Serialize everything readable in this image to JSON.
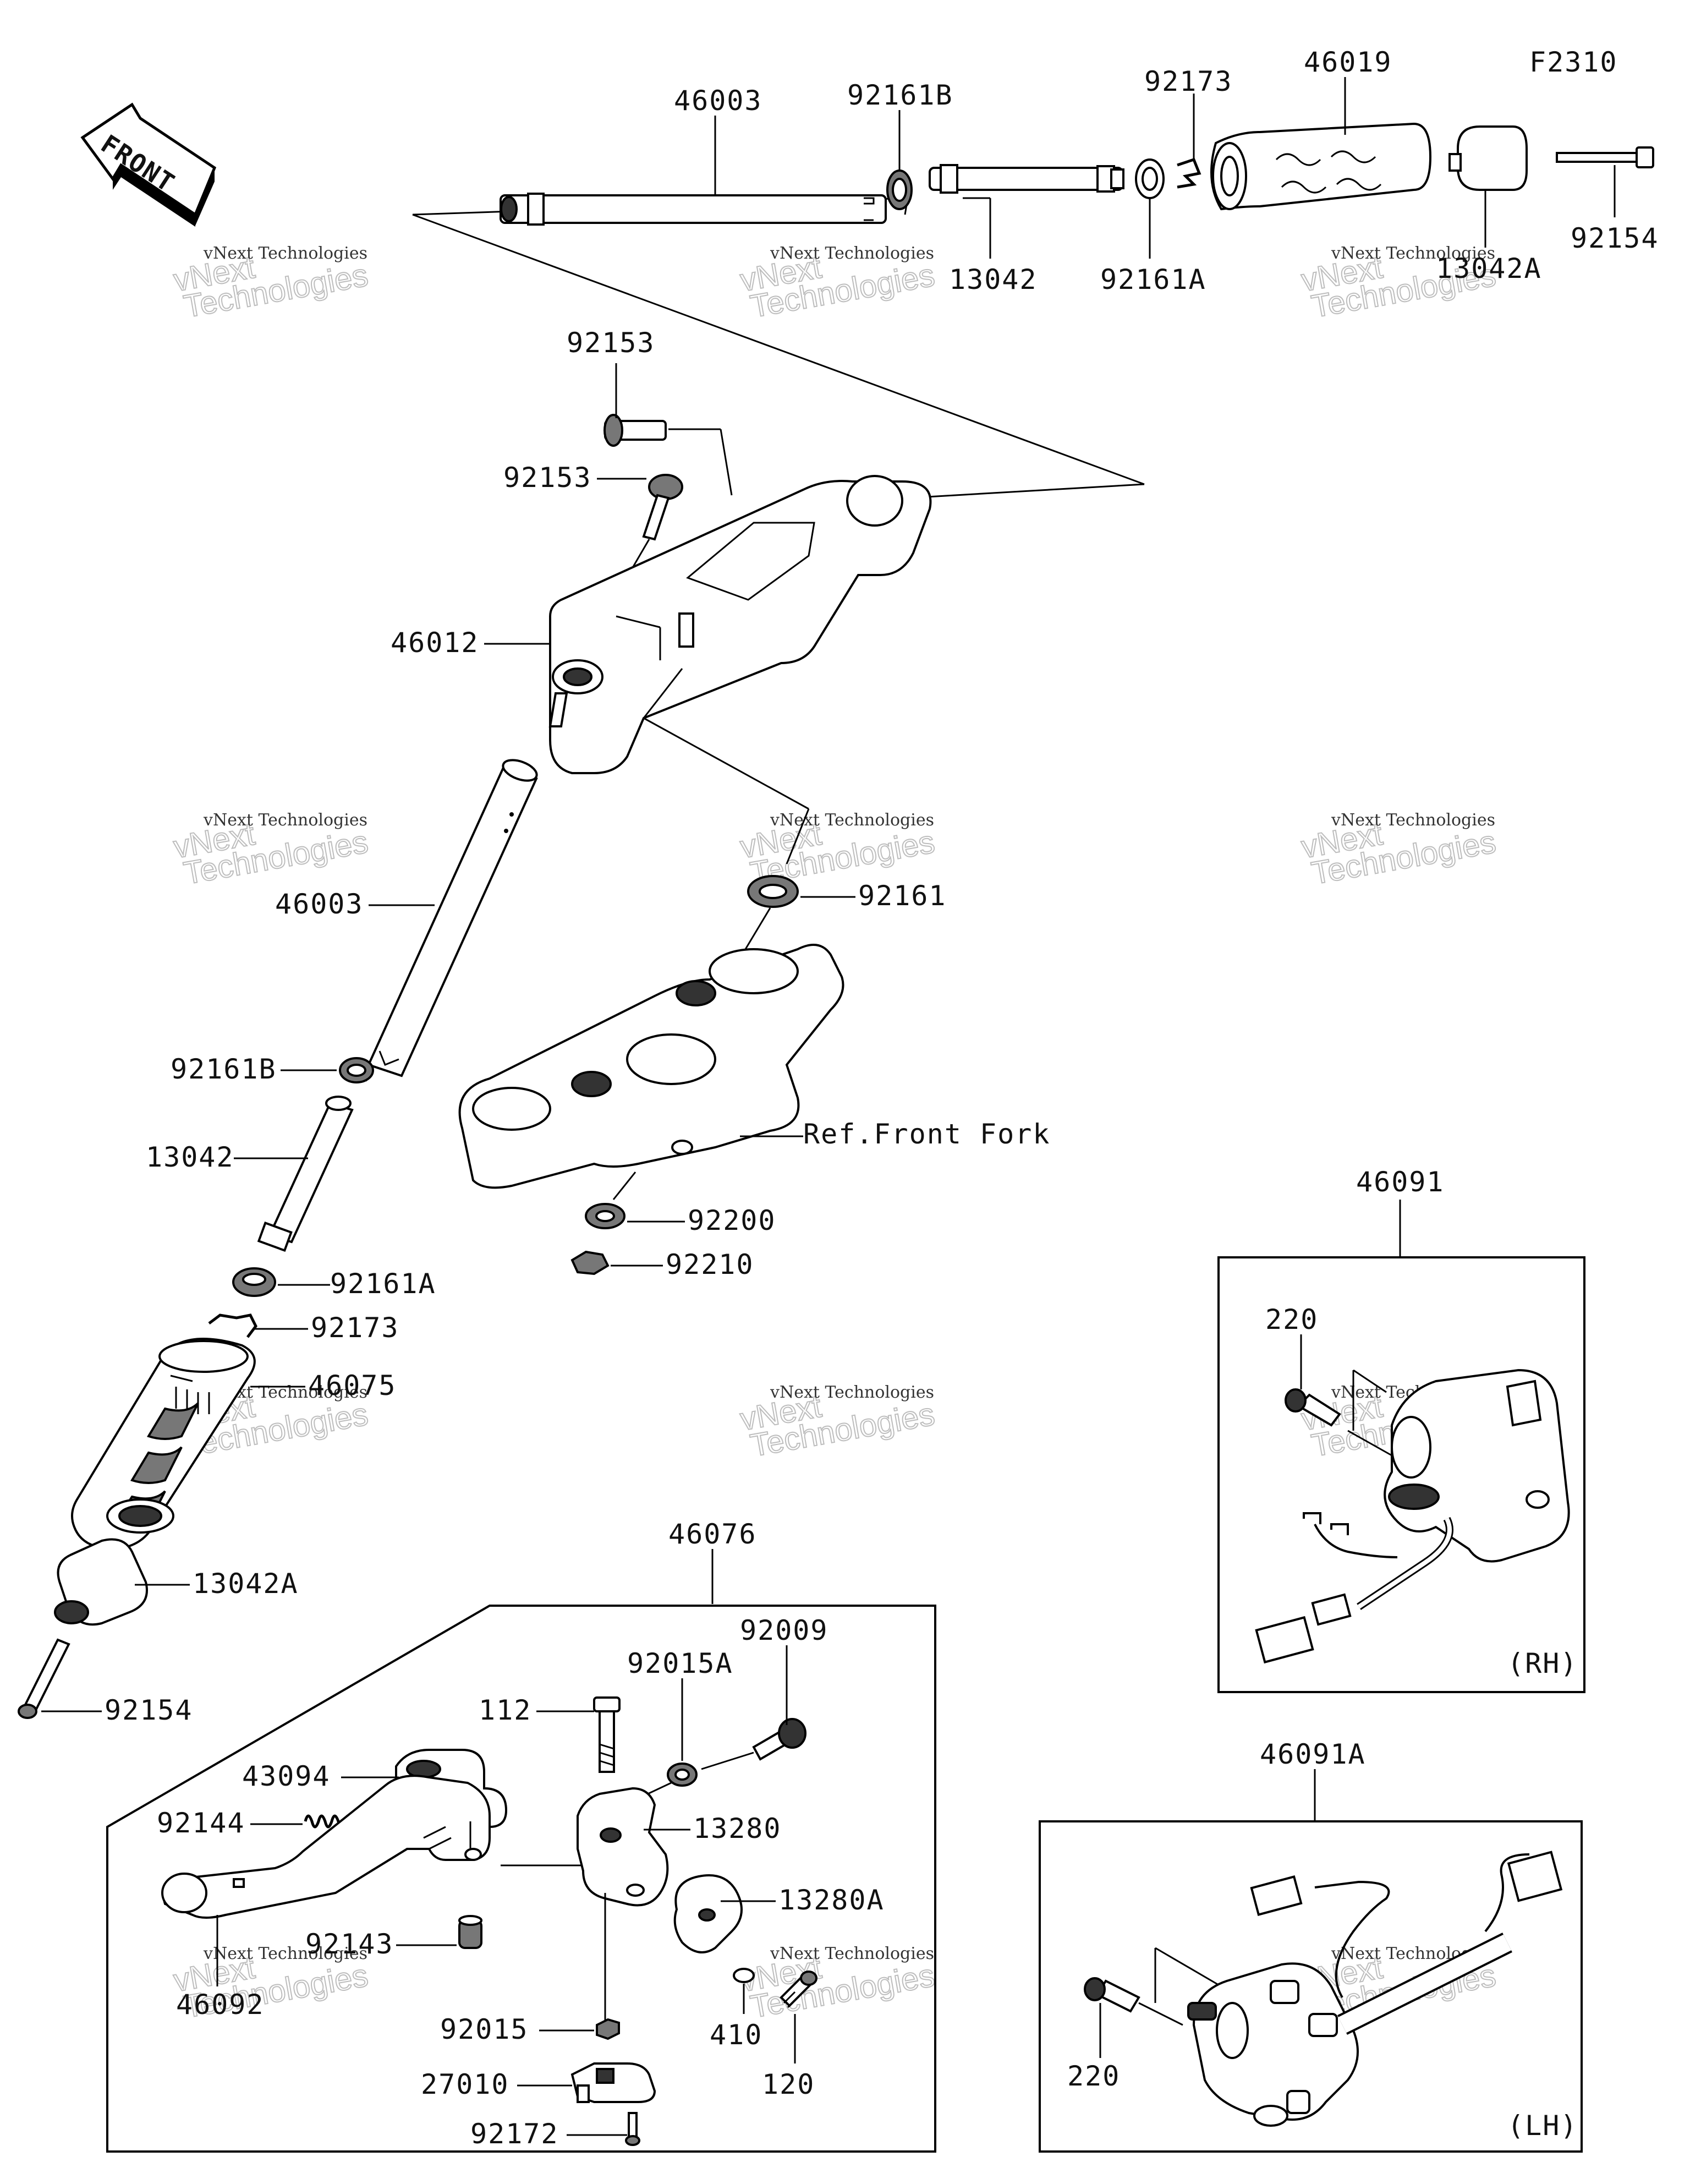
{
  "figure_code": "F2310",
  "front_arrow_text": "FRONT",
  "watermark": {
    "line1": "vNext Technologies",
    "line2": "Technologies"
  },
  "labels": {
    "p46003_top": "46003",
    "p92161B_top": "92161B",
    "p92173_top": "92173",
    "p46019": "46019",
    "p13042_top": "13042",
    "p92161A_top": "92161A",
    "p13042A_top": "13042A",
    "p92154_top": "92154",
    "p92153_a": "92153",
    "p92153_b": "92153",
    "p46012": "46012",
    "p46003_left": "46003",
    "p92161": "92161",
    "ref_front_fork": "Ref.Front Fork",
    "p92161B_left": "92161B",
    "p13042_left": "13042",
    "p92200": "92200",
    "p92210": "92210",
    "p92161A_left": "92161A",
    "p92173_left": "92173",
    "p46075": "46075",
    "p46091": "46091",
    "p220_rh": "220",
    "rh": "(RH)",
    "p13042A_left": "13042A",
    "p92154_left": "92154",
    "p46076": "46076",
    "p92009": "92009",
    "p92015A": "92015A",
    "p112": "112",
    "p43094": "43094",
    "p92144": "92144",
    "p13280": "13280",
    "p13280A": "13280A",
    "p92143": "92143",
    "p46092": "46092",
    "p92015": "92015",
    "p410": "410",
    "p120": "120",
    "p27010": "27010",
    "p92172": "92172",
    "p46091A": "46091A",
    "p220_lh": "220",
    "lh": "(LH)"
  }
}
